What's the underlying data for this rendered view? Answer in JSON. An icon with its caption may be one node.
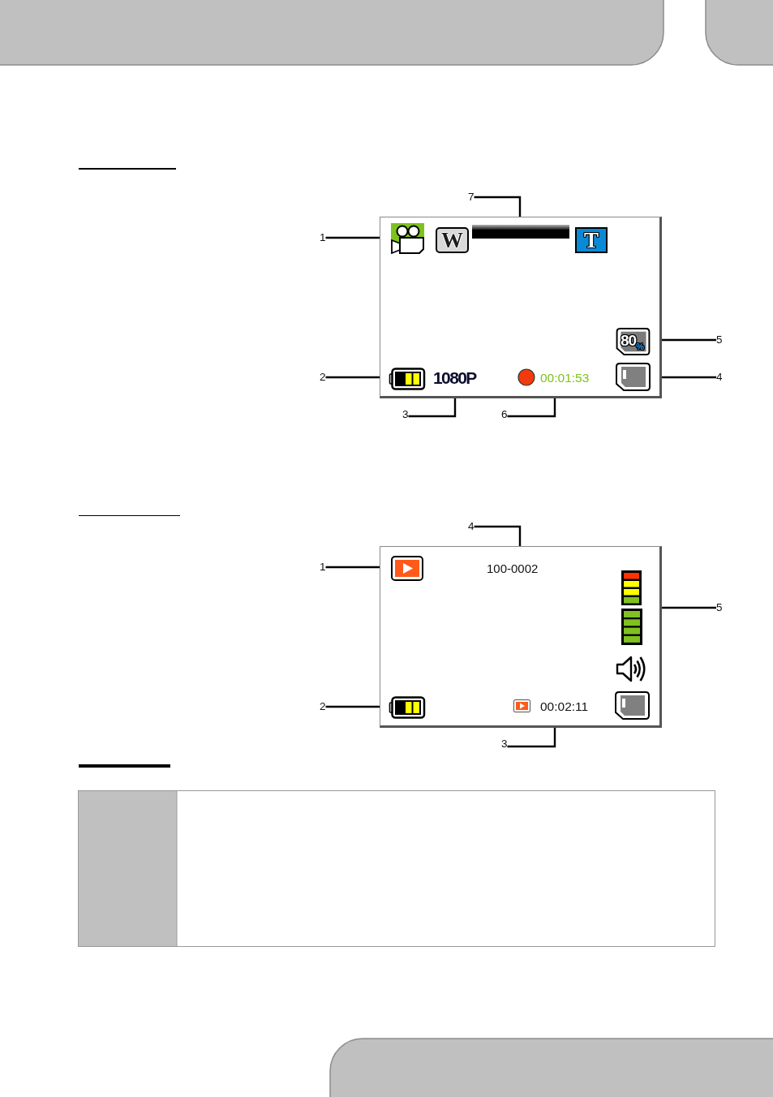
{
  "diagram": {
    "nodes": [
      {
        "text": [
          "7"
        ]
      },
      {
        "text": [
          "1"
        ]
      },
      {
        "text": [
          "W",
          "T",
          "80$_{%}$",
          "1080P",
          "00:01:53"
        ]
      },
      {
        "text": [
          "5"
        ]
      },
      {
        "text": [
          "2"
        ]
      },
      {
        "text": [
          "4"
        ]
      },
      {
        "text": [
          "3"
        ]
      },
      {
        "text": [
          "6"
        ]
      },
      {
        "text": [
          "4"
        ]
      },
      {
        "text": [
          "1"
        ]
      },
      {
        "text": [
          "100-0002",
          "00:02:11"
        ]
      },
      {
        "text": [
          "5"
        ]
      },
      {
        "text": [
          "2"
        ]
      },
      {
        "text": [
          "3"
        ]
      }
    ],
    "edges": [
      {
        "from": 0,
        "to": 2,
        "arrow": "none"
      },
      {
        "from": 1,
        "to": 2,
        "arrow": "none"
      },
      {
        "from": 3,
        "to": 2,
        "arrow": "none"
      },
      {
        "from": 4,
        "to": 2,
        "arrow": "none"
      },
      {
        "from": 5,
        "to": 2,
        "arrow": "none"
      },
      {
        "from": 6,
        "to": 2,
        "arrow": "none"
      },
      {
        "from": 7,
        "to": 2,
        "arrow": "none"
      },
      {
        "from": 8,
        "to": 10,
        "arrow": "none"
      },
      {
        "from": 9,
        "to": 10,
        "arrow": "none"
      },
      {
        "from": 11,
        "to": 10,
        "arrow": "none"
      },
      {
        "from": 12,
        "to": 10,
        "arrow": "none"
      },
      {
        "from": 13,
        "to": 10,
        "arrow": "none"
      }
    ]
  }
}
